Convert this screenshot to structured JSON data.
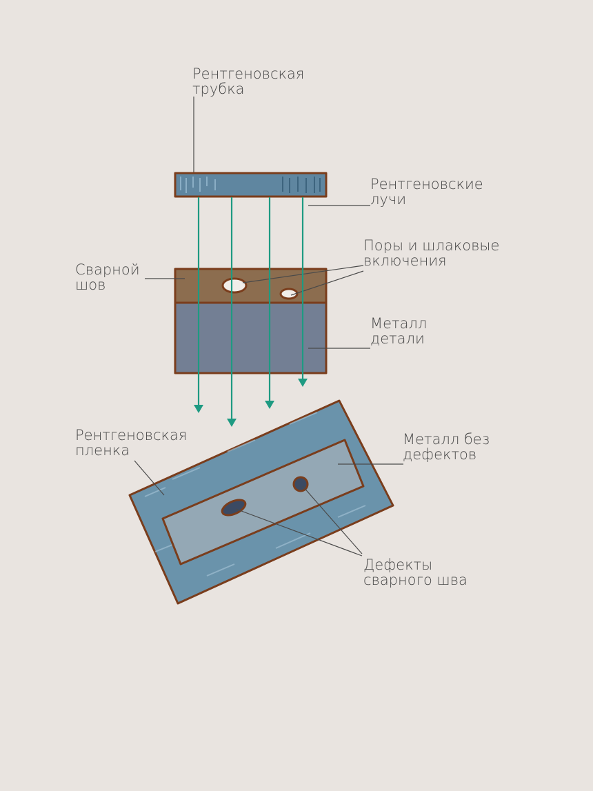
{
  "labels": {
    "xray_tube": [
      "Рентгеновская",
      "трубка"
    ],
    "xrays": [
      "Рентгеновские",
      "лучи"
    ],
    "pores": [
      "Поры и  шлаковые",
      "включения"
    ],
    "weld_seam": [
      "Сварной",
      "шов"
    ],
    "part_metal": [
      "Металл",
      "детали"
    ],
    "xray_film": [
      "Рентгеновская",
      "пленка"
    ],
    "flawless_metal": [
      "Металл без",
      "дефектов"
    ],
    "weld_defects": [
      "Дефекты",
      "сварного шва"
    ]
  },
  "colors": {
    "background": "#e9e4e0",
    "tube": "#5f86a0",
    "weld": "#8c6d4f",
    "metal": "#737f94",
    "outline": "#7a3d1c",
    "rays": "#1e9a82",
    "film": "#6a93ab",
    "film_inner": "#94a8b5",
    "defect": "#3b4a63"
  }
}
